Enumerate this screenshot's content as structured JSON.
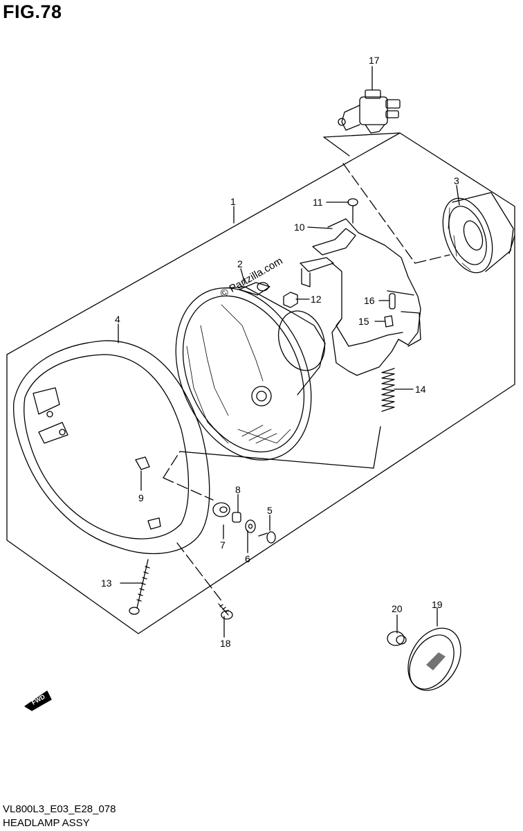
{
  "figure": {
    "title": "FIG.78",
    "code": "VL800L3_E03_E28_078",
    "assembly": "HEADLAMP ASSY",
    "watermark": "© Partzilla.com",
    "fwd_label": "FWD"
  },
  "callouts": [
    "1",
    "2",
    "3",
    "4",
    "5",
    "6",
    "7",
    "8",
    "9",
    "10",
    "11",
    "12",
    "13",
    "14",
    "15",
    "16",
    "17",
    "18",
    "19",
    "20"
  ]
}
